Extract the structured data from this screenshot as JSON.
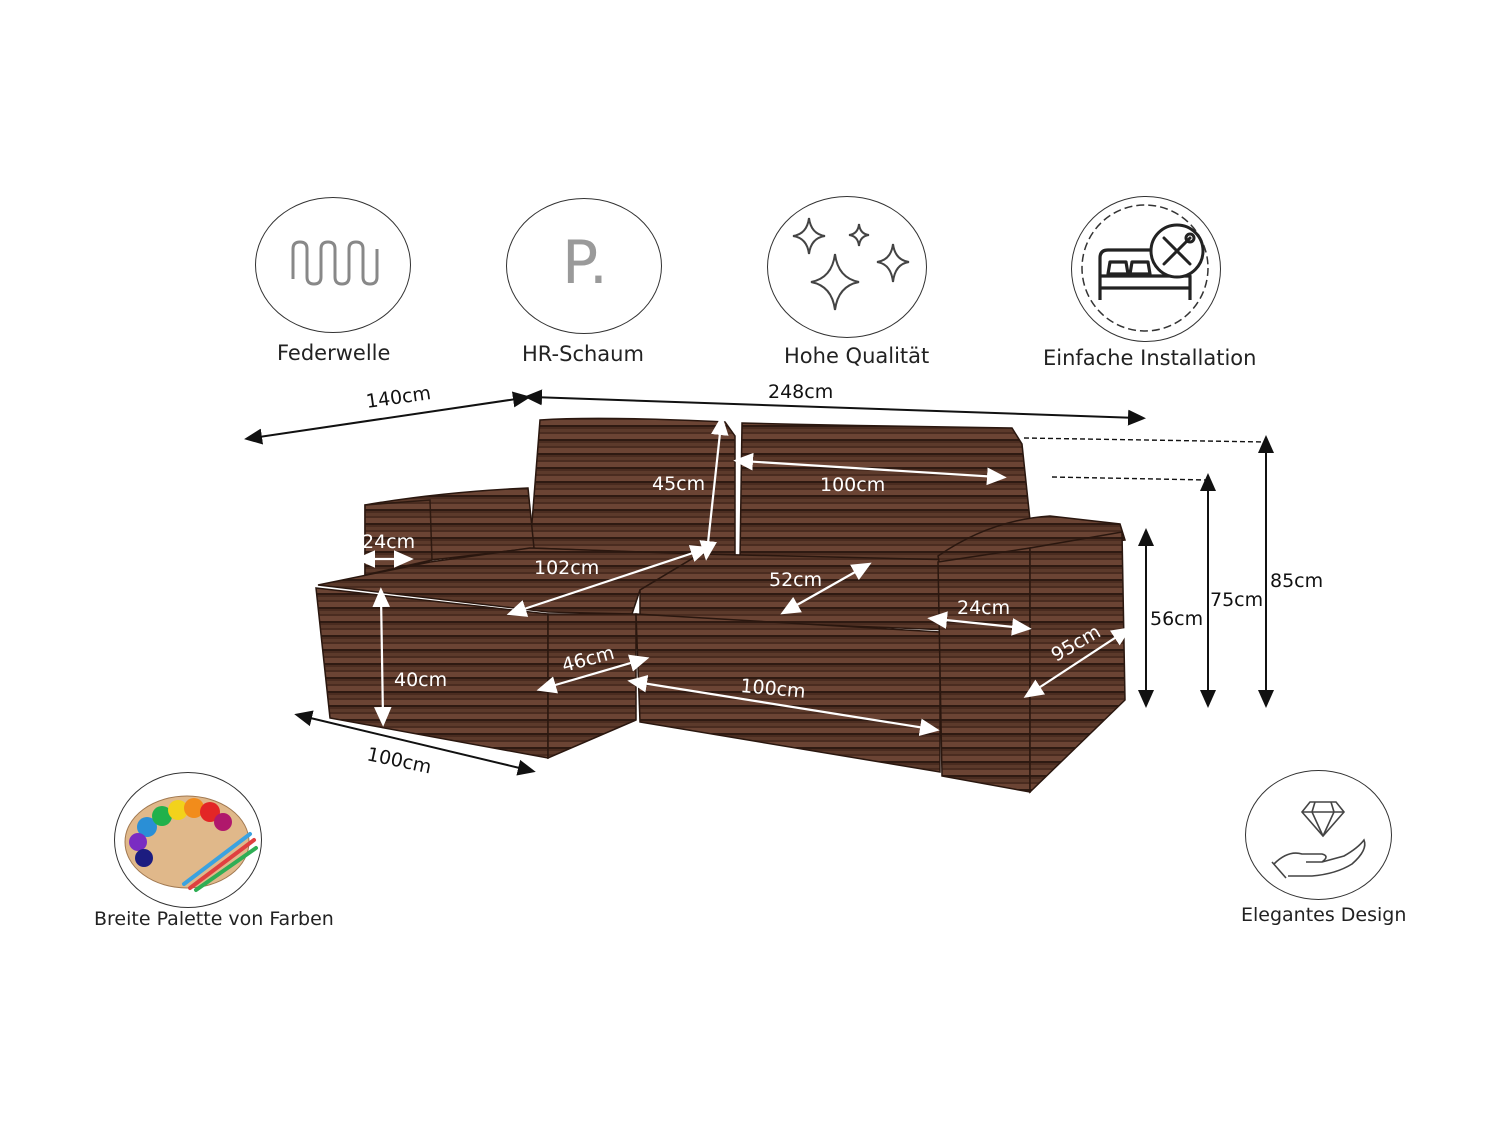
{
  "features": {
    "federwelle": "Federwelle",
    "hr_schaum": "HR-Schaum",
    "hohe_qualitaet": "Hohe Qualität",
    "installation": "Einfache Installation",
    "palette": "Breite Palette von Farben",
    "design": "Elegantes Design"
  },
  "hr_icon_letter": "P.",
  "dimensions": {
    "depth_top": "140cm",
    "width_total": "248cm",
    "back_height": "45cm",
    "back_width": "100cm",
    "arm_left": "24cm",
    "chaise_length": "102cm",
    "seat_depth": "52cm",
    "arm_right": "24cm",
    "seat_height": "56cm",
    "arm_height": "75cm",
    "total_height": "85cm",
    "chaise_front": "46cm",
    "base_height": "40cm",
    "front_width": "100cm",
    "side_depth": "95cm",
    "chaise_width": "100cm"
  },
  "colors": {
    "fabric_dark": "#3a2218",
    "fabric_mid": "#5a372a",
    "fabric_light": "#6e4636",
    "line": "#111111"
  }
}
